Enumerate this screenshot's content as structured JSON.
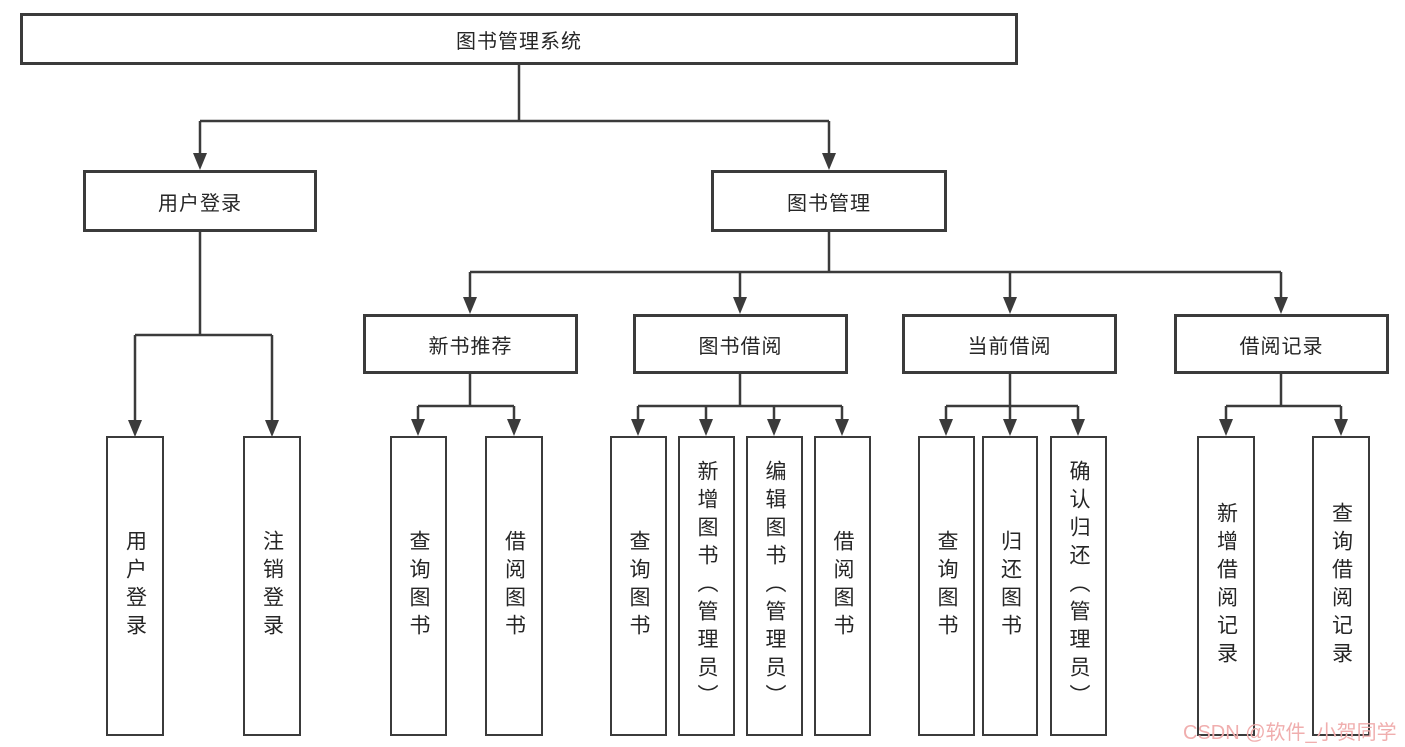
{
  "tree": {
    "root": {
      "label": "图书管理系统"
    },
    "children": [
      {
        "label": "用户登录",
        "children": [
          {
            "label": "用户登录"
          },
          {
            "label": "注销登录"
          }
        ]
      },
      {
        "label": "图书管理",
        "children": [
          {
            "label": "新书推荐",
            "children": [
              {
                "label": "查询图书"
              },
              {
                "label": "借阅图书"
              }
            ]
          },
          {
            "label": "图书借阅",
            "children": [
              {
                "label": "查询图书"
              },
              {
                "label": "新增图书（管理员）"
              },
              {
                "label": "编辑图书（管理员）"
              },
              {
                "label": "借阅图书"
              }
            ]
          },
          {
            "label": "当前借阅",
            "children": [
              {
                "label": "查询图书"
              },
              {
                "label": "归还图书"
              },
              {
                "label": "确认归还（管理员）"
              }
            ]
          },
          {
            "label": "借阅记录",
            "children": [
              {
                "label": "新增借阅记录"
              },
              {
                "label": "查询借阅记录"
              }
            ]
          }
        ]
      }
    ]
  },
  "watermark": {
    "text": "CSDN @软件_小贺同学"
  },
  "colors": {
    "line": "#3b3b3b",
    "watermark": "#f0aeae"
  }
}
